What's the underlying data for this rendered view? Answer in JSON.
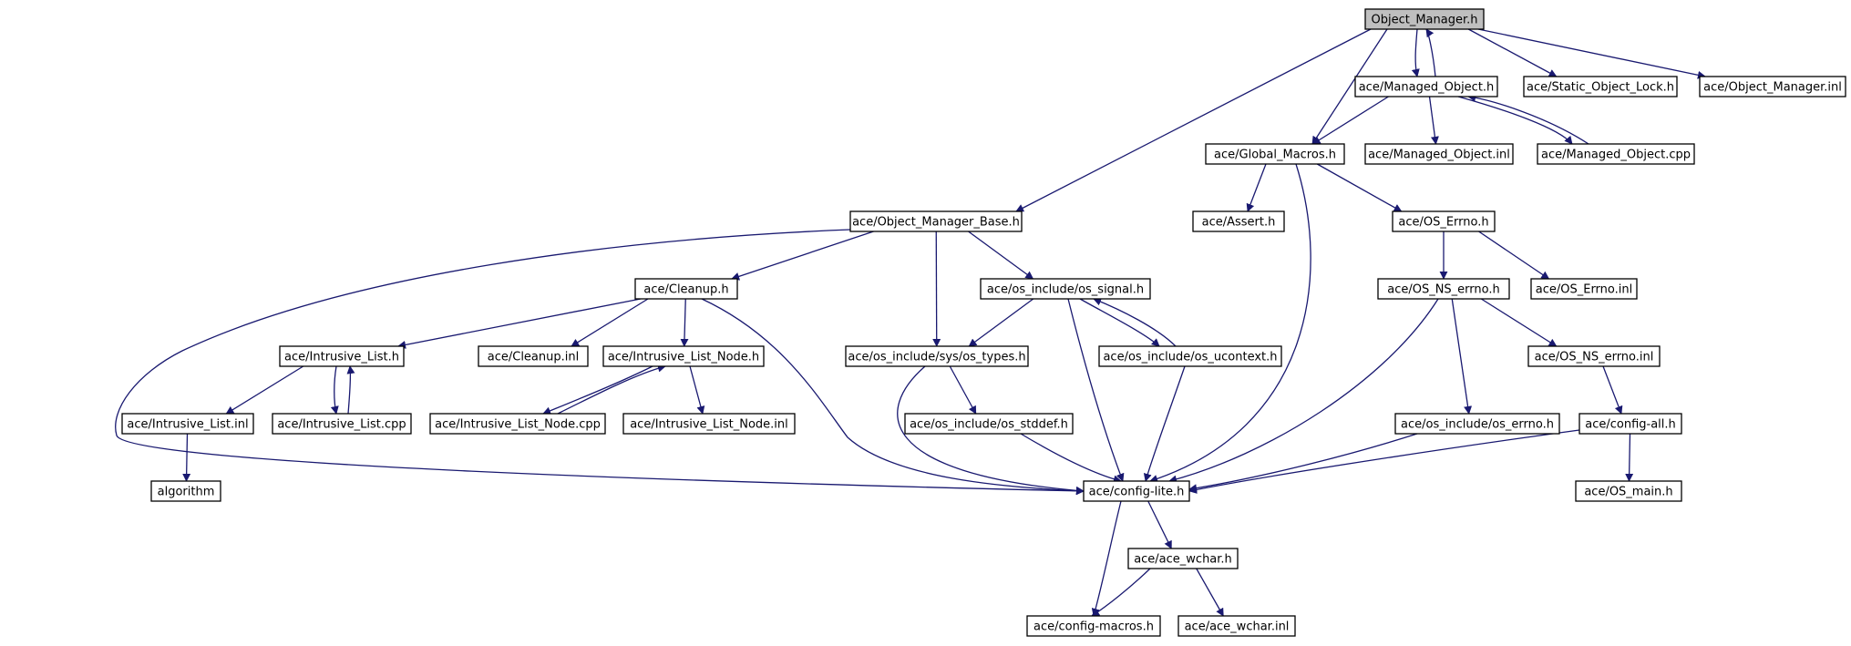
{
  "colors": {
    "edge": "#191970",
    "node_fill": "#ffffff",
    "node_border": "#000000",
    "root_fill": "#bfbfbf",
    "external_border": "#bfbfbf",
    "external_text": "#555555"
  },
  "nodes": {
    "object_manager_h": "Object_Manager.h",
    "managed_object_h": "ace/Managed_Object.h",
    "static_object_lock_h": "ace/Static_Object_Lock.h",
    "object_manager_inl": "ace/Object_Manager.inl",
    "global_macros_h": "ace/Global_Macros.h",
    "managed_object_inl": "ace/Managed_Object.inl",
    "managed_object_cpp": "ace/Managed_Object.cpp",
    "object_manager_base_h": "ace/Object_Manager_Base.h",
    "assert_h": "ace/Assert.h",
    "os_errno_h": "ace/OS_Errno.h",
    "cleanup_h": "ace/Cleanup.h",
    "os_signal_h": "ace/os_include/os_signal.h",
    "os_ns_errno_h": "ace/OS_NS_errno.h",
    "os_errno_inl": "ace/OS_Errno.inl",
    "intrusive_list_h": "ace/Intrusive_List.h",
    "cleanup_inl": "ace/Cleanup.inl",
    "intrusive_list_node_h": "ace/Intrusive_List_Node.h",
    "os_types_h": "ace/os_include/sys/os_types.h",
    "os_ucontext_h": "ace/os_include/os_ucontext.h",
    "os_ns_errno_inl": "ace/OS_NS_errno.inl",
    "intrusive_list_inl": "ace/Intrusive_List.inl",
    "intrusive_list_cpp": "ace/Intrusive_List.cpp",
    "intrusive_list_node_cpp": "ace/Intrusive_List_Node.cpp",
    "intrusive_list_node_inl": "ace/Intrusive_List_Node.inl",
    "os_stddef_h": "ace/os_include/os_stddef.h",
    "os_include_errno_h": "ace/os_include/os_errno.h",
    "config_all_h": "ace/config-all.h",
    "algorithm": "algorithm",
    "config_lite_h": "ace/config-lite.h",
    "os_main_h": "ace/OS_main.h",
    "ace_wchar_h": "ace/ace_wchar.h",
    "config_macros_h": "ace/config-macros.h",
    "ace_wchar_inl": "ace/ace_wchar.inl"
  },
  "edges": [
    [
      "object_manager_h",
      "managed_object_h"
    ],
    [
      "managed_object_h",
      "object_manager_h"
    ],
    [
      "object_manager_h",
      "static_object_lock_h"
    ],
    [
      "object_manager_h",
      "object_manager_inl"
    ],
    [
      "object_manager_h",
      "global_macros_h"
    ],
    [
      "object_manager_h",
      "object_manager_base_h"
    ],
    [
      "managed_object_h",
      "global_macros_h"
    ],
    [
      "managed_object_h",
      "managed_object_inl"
    ],
    [
      "managed_object_h",
      "managed_object_cpp"
    ],
    [
      "managed_object_cpp",
      "managed_object_h"
    ],
    [
      "global_macros_h",
      "assert_h"
    ],
    [
      "global_macros_h",
      "os_errno_h"
    ],
    [
      "global_macros_h",
      "config_lite_h"
    ],
    [
      "os_errno_h",
      "os_ns_errno_h"
    ],
    [
      "os_errno_h",
      "os_errno_inl"
    ],
    [
      "os_ns_errno_h",
      "os_ns_errno_inl"
    ],
    [
      "os_ns_errno_h",
      "os_include_errno_h"
    ],
    [
      "os_ns_errno_h",
      "config_lite_h"
    ],
    [
      "os_ns_errno_inl",
      "config_all_h"
    ],
    [
      "config_all_h",
      "os_main_h"
    ],
    [
      "config_all_h",
      "config_lite_h"
    ],
    [
      "os_include_errno_h",
      "config_lite_h"
    ],
    [
      "object_manager_base_h",
      "cleanup_h"
    ],
    [
      "object_manager_base_h",
      "os_signal_h"
    ],
    [
      "object_manager_base_h",
      "os_types_h"
    ],
    [
      "object_manager_base_h",
      "config_lite_h"
    ],
    [
      "cleanup_h",
      "intrusive_list_h"
    ],
    [
      "cleanup_h",
      "cleanup_inl"
    ],
    [
      "cleanup_h",
      "intrusive_list_node_h"
    ],
    [
      "cleanup_h",
      "config_lite_h"
    ],
    [
      "intrusive_list_h",
      "intrusive_list_inl"
    ],
    [
      "intrusive_list_h",
      "intrusive_list_cpp"
    ],
    [
      "intrusive_list_cpp",
      "intrusive_list_h"
    ],
    [
      "intrusive_list_inl",
      "algorithm"
    ],
    [
      "intrusive_list_node_h",
      "intrusive_list_node_cpp"
    ],
    [
      "intrusive_list_node_cpp",
      "intrusive_list_node_h"
    ],
    [
      "intrusive_list_node_h",
      "intrusive_list_node_inl"
    ],
    [
      "os_signal_h",
      "os_types_h"
    ],
    [
      "os_signal_h",
      "os_ucontext_h"
    ],
    [
      "os_ucontext_h",
      "os_signal_h"
    ],
    [
      "os_signal_h",
      "config_lite_h"
    ],
    [
      "os_ucontext_h",
      "config_lite_h"
    ],
    [
      "os_types_h",
      "os_stddef_h"
    ],
    [
      "os_types_h",
      "config_lite_h"
    ],
    [
      "os_stddef_h",
      "config_lite_h"
    ],
    [
      "config_lite_h",
      "ace_wchar_h"
    ],
    [
      "config_lite_h",
      "config_macros_h"
    ],
    [
      "ace_wchar_h",
      "config_macros_h"
    ],
    [
      "ace_wchar_h",
      "ace_wchar_inl"
    ]
  ]
}
